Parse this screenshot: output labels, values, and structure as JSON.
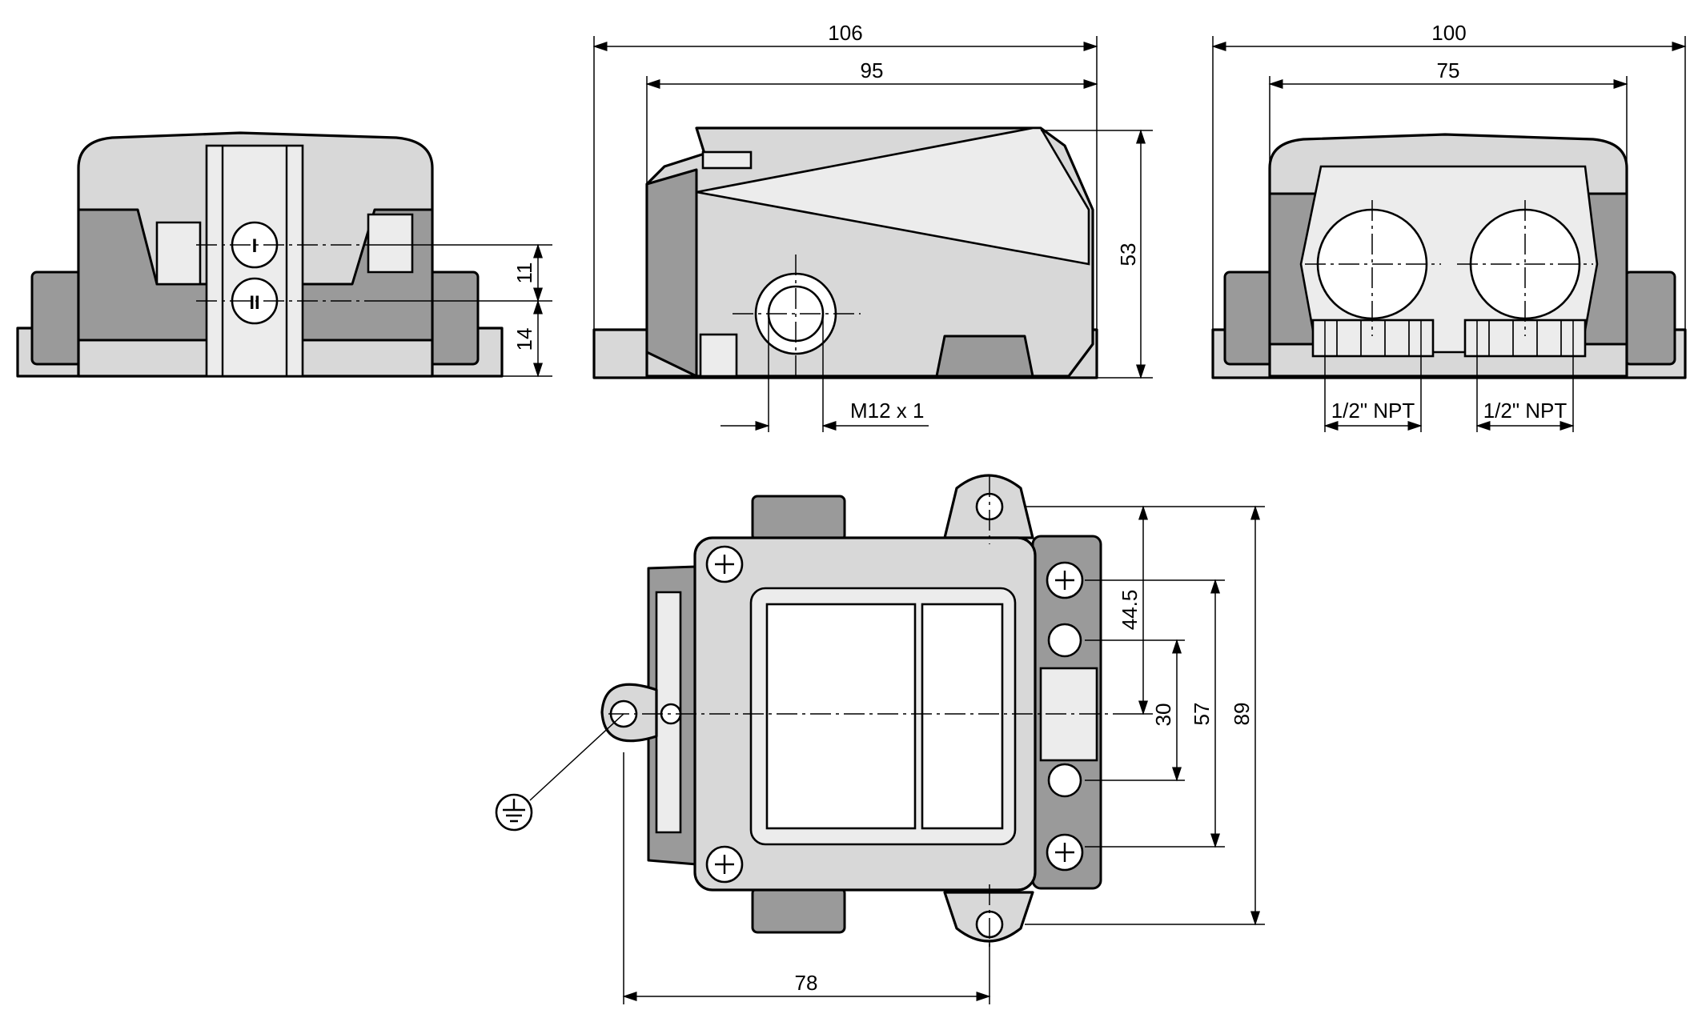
{
  "drawing": {
    "type": "technical-dimension-drawing",
    "units_note": "",
    "labels": {
      "side_marker_1": "I",
      "side_marker_2": "II",
      "thread": "M12 x 1",
      "npt_left": "1/2\" NPT",
      "npt_right": "1/2\" NPT"
    },
    "dimensions": {
      "d106": "106",
      "d95": "95",
      "d100": "100",
      "d75": "75",
      "d53": "53",
      "d11": "11",
      "d14": "14",
      "d44_5": "44.5",
      "d30": "30",
      "d57": "57",
      "d89": "89",
      "d78": "78"
    },
    "symbols": [
      "ground-symbol-icon",
      "screw-cross-icon"
    ]
  }
}
